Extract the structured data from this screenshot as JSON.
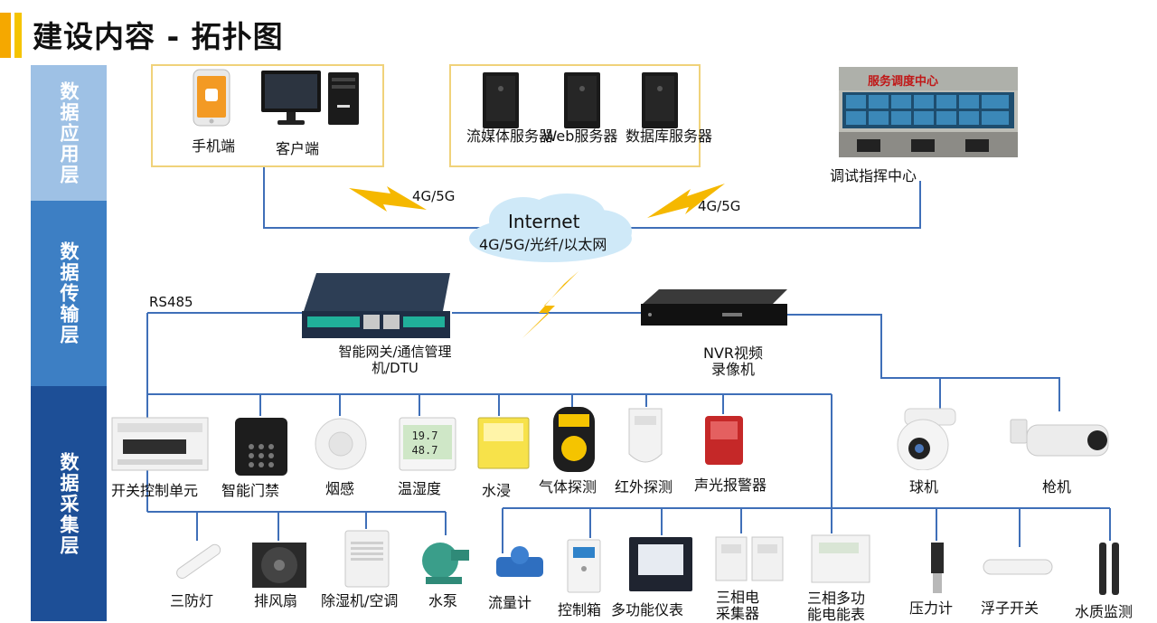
{
  "title": "建设内容 - 拓扑图",
  "layers": [
    "数据应用层",
    "数据传输层",
    "数据采集层"
  ],
  "app": {
    "phone": "手机端",
    "client": "客户端",
    "server1": "流媒体服务器",
    "server2": "Web服务器",
    "server3": "数据库服务器",
    "center": "调试指挥中心",
    "center_screen_title": "服务调度中心"
  },
  "net": {
    "link_left": "4G/5G",
    "link_right": "4G/5G",
    "cloud_title": "Internet",
    "cloud_sub": "4G/5G/光纤/以太网"
  },
  "transmission": {
    "rs485": "RS485",
    "gateway": "智能网关/通信管理机/DTU",
    "nvr": "NVR视频录像机"
  },
  "collect_row1": [
    "开关控制单元",
    "智能门禁",
    "烟感",
    "温湿度",
    "水浸",
    "气体探测",
    "红外探测",
    "声光报警器"
  ],
  "humidity_readings": [
    "19.7",
    "48.7"
  ],
  "cameras": [
    "球机",
    "枪机"
  ],
  "collect_row2a": [
    "三防灯",
    "排风扇",
    "除湿机/空调",
    "水泵"
  ],
  "collect_row2b": [
    "流量计",
    "控制箱",
    "多功能仪表",
    "三相电采集器",
    "三相多功能电能表",
    "压力计",
    "浮子开关",
    "水质监测"
  ],
  "colors": {
    "line": "#3f6fb8",
    "bolt": "#f5b800",
    "accent": "#f5a800"
  }
}
